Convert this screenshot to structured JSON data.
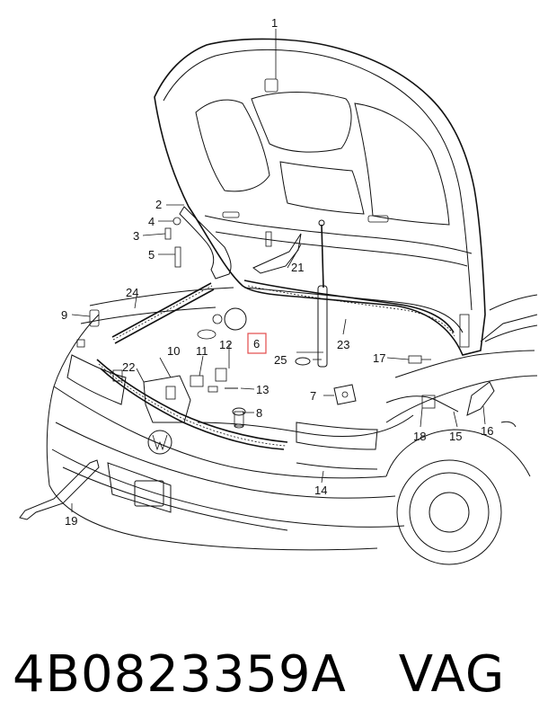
{
  "diagram": {
    "callouts": [
      "1",
      "2",
      "3",
      "4",
      "5",
      "6",
      "7",
      "8",
      "9",
      "10",
      "11",
      "12",
      "13",
      "14",
      "15",
      "16",
      "17",
      "18",
      "19",
      "21",
      "22",
      "23",
      "24",
      "25"
    ],
    "highlighted_callout": "6",
    "highlight_color": "#e24a4a",
    "line_color": "#111111"
  },
  "caption": {
    "part_number": "4B0823359A",
    "vendor": "VAG"
  }
}
